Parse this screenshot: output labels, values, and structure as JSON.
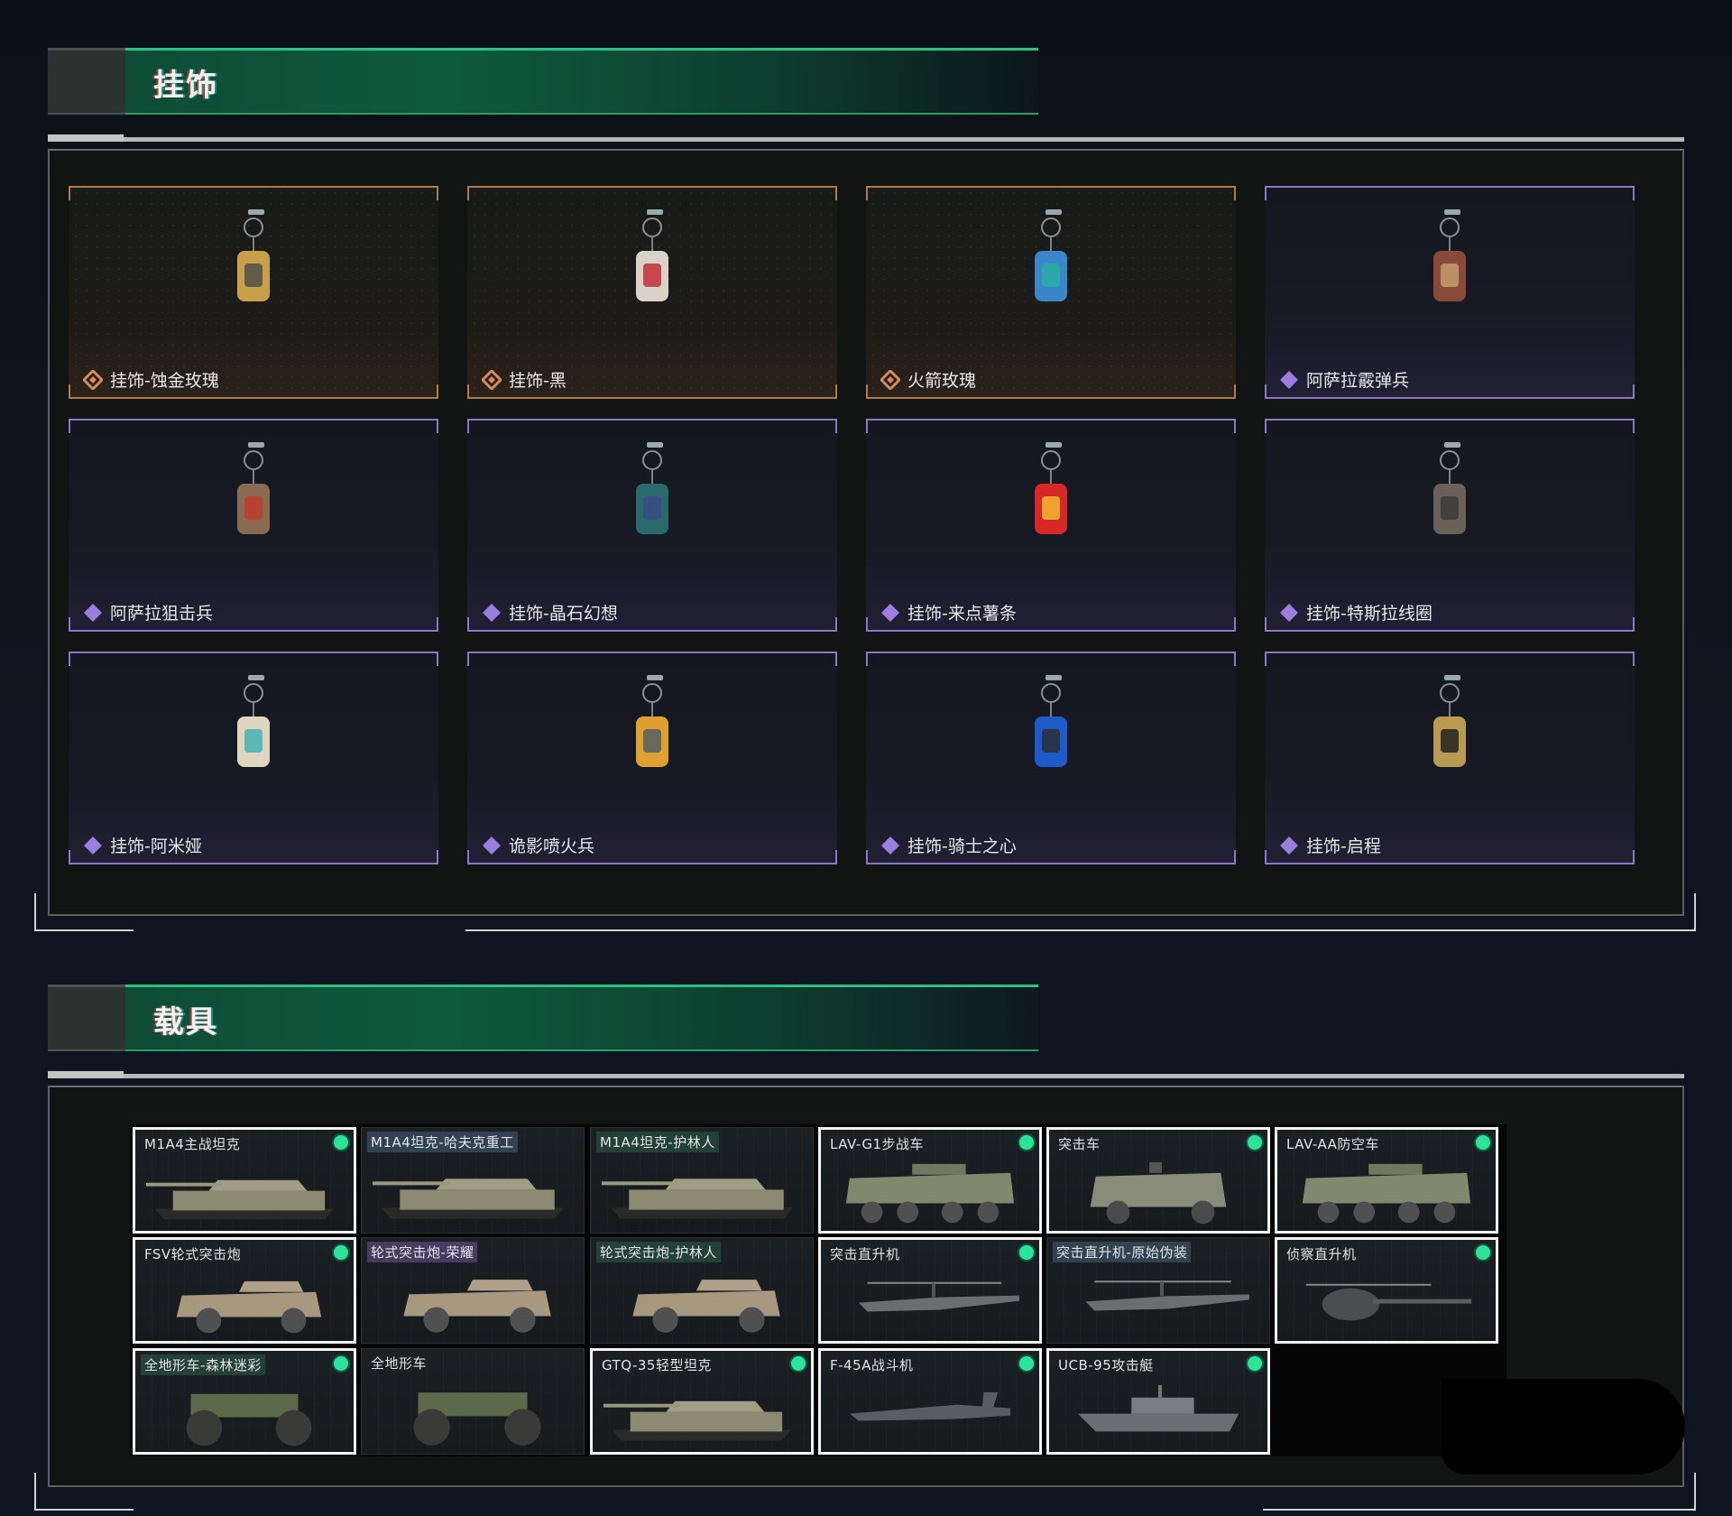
{
  "sections": {
    "charms": {
      "title": "挂饰",
      "items": [
        {
          "name": "挂饰-蚀金玫瑰",
          "rarity": "gold",
          "icon": "rose-medal-charm"
        },
        {
          "name": "挂饰-黑",
          "rarity": "gold",
          "icon": "tag-charm"
        },
        {
          "name": "火箭玫瑰",
          "rarity": "gold",
          "icon": "rocket-charm"
        },
        {
          "name": "阿萨拉霰弹兵",
          "rarity": "purple",
          "icon": "soldier-charm"
        },
        {
          "name": "阿萨拉狙击兵",
          "rarity": "purple",
          "icon": "sniper-charm"
        },
        {
          "name": "挂饰-晶石幻想",
          "rarity": "purple",
          "icon": "cube-charm"
        },
        {
          "name": "挂饰-来点薯条",
          "rarity": "purple",
          "icon": "fries-charm"
        },
        {
          "name": "挂饰-特斯拉线圈",
          "rarity": "purple",
          "icon": "tesla-coil-charm"
        },
        {
          "name": "挂饰-阿米娅",
          "rarity": "purple",
          "icon": "bunny-charm"
        },
        {
          "name": "诡影喷火兵",
          "rarity": "purple",
          "icon": "flamethrower-charm"
        },
        {
          "name": "挂饰-骑士之心",
          "rarity": "purple",
          "icon": "shield-charm"
        },
        {
          "name": "挂饰-启程",
          "rarity": "purple",
          "icon": "coin-charm"
        }
      ]
    },
    "vehicles": {
      "title": "载具",
      "items": [
        {
          "name": "M1A4主战坦克",
          "owned": true,
          "tag": "",
          "type": "tank"
        },
        {
          "name": "M1A4坦克-哈夫克重工",
          "owned": false,
          "tag": "blue",
          "type": "tank"
        },
        {
          "name": "M1A4坦克-护林人",
          "owned": false,
          "tag": "green",
          "type": "tank"
        },
        {
          "name": "LAV-G1步战车",
          "owned": true,
          "tag": "",
          "type": "apc"
        },
        {
          "name": "突击车",
          "owned": true,
          "tag": "",
          "type": "truck"
        },
        {
          "name": "LAV-AA防空车",
          "owned": true,
          "tag": "",
          "type": "apc"
        },
        {
          "name": "FSV轮式突击炮",
          "owned": true,
          "tag": "",
          "type": "armored-car"
        },
        {
          "name": "轮式突击炮-荣耀",
          "owned": false,
          "tag": "purple",
          "type": "armored-car"
        },
        {
          "name": "轮式突击炮-护林人",
          "owned": false,
          "tag": "green",
          "type": "armored-car"
        },
        {
          "name": "突击直升机",
          "owned": true,
          "tag": "",
          "type": "helicopter"
        },
        {
          "name": "突击直升机-原始伪装",
          "owned": false,
          "tag": "blue",
          "type": "helicopter"
        },
        {
          "name": "侦察直升机",
          "owned": true,
          "tag": "",
          "type": "scout-heli"
        },
        {
          "name": "全地形车-森林迷彩",
          "owned": true,
          "tag": "green",
          "type": "atv"
        },
        {
          "name": "全地形车",
          "owned": false,
          "tag": "",
          "type": "atv"
        },
        {
          "name": "GTQ-35轻型坦克",
          "owned": true,
          "tag": "",
          "type": "tank"
        },
        {
          "name": "F-45A战斗机",
          "owned": true,
          "tag": "",
          "type": "jet"
        },
        {
          "name": "UCB-95攻击艇",
          "owned": true,
          "tag": "",
          "type": "boat"
        }
      ]
    }
  },
  "colors": {
    "accent_green": "#2fbf7f",
    "owned_dot": "#2de39a",
    "rarity_gold": "#d98a5c",
    "rarity_purple": "#9b7fe0"
  }
}
